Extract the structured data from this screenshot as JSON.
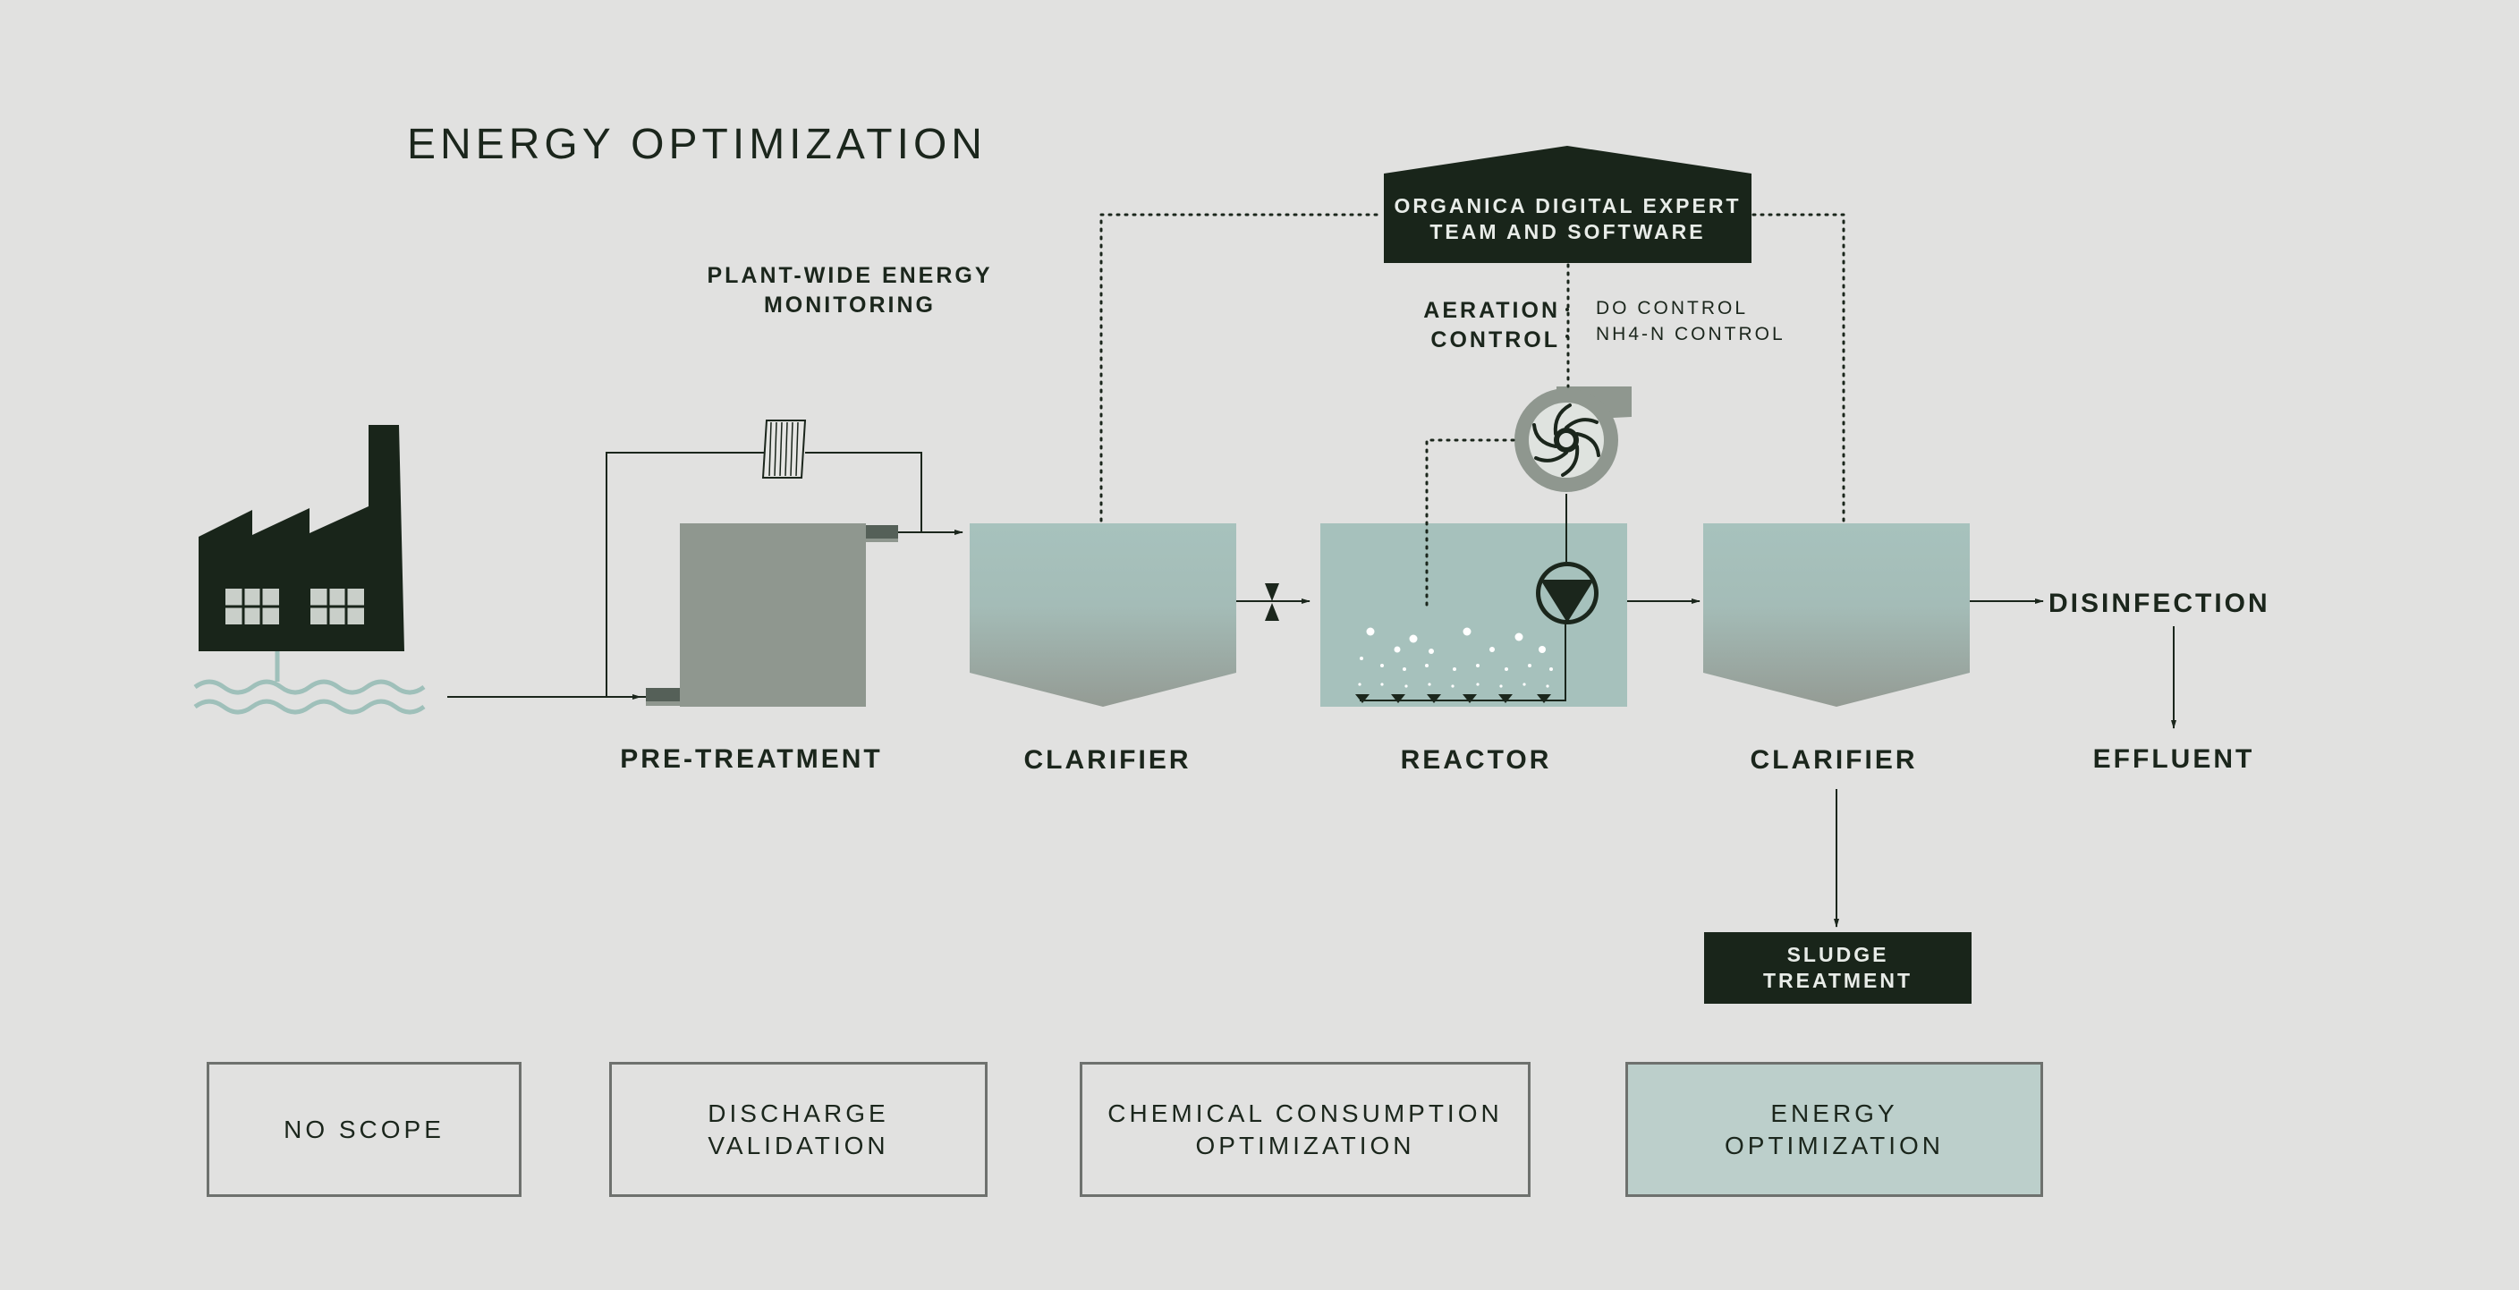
{
  "title": "ENERGY OPTIMIZATION",
  "monitoring_label": "PLANT-WIDE ENERGY\nMONITORING",
  "expert": {
    "label": "ORGANICA DIGITAL EXPERT\nTEAM AND SOFTWARE"
  },
  "aeration": {
    "label": "AERATION\nCONTROL",
    "items": [
      "DO CONTROL",
      "NH4-N CONTROL"
    ]
  },
  "stages": {
    "pretreatment": "PRE-TREATMENT",
    "clarifier1": "CLARIFIER",
    "reactor": "REACTOR",
    "clarifier2": "CLARIFIER",
    "disinfection": "DISINFECTION",
    "effluent": "EFFLUENT"
  },
  "sludge": "SLUDGE\nTREATMENT",
  "scope_buttons": [
    {
      "label": "NO SCOPE",
      "active": false
    },
    {
      "label": "DISCHARGE\nVALIDATION",
      "active": false
    },
    {
      "label": "CHEMICAL CONSUMPTION\nOPTIMIZATION",
      "active": false
    },
    {
      "label": "ENERGY\nOPTIMIZATION",
      "active": true
    }
  ],
  "colors": {
    "background": "#e1e1e0",
    "dark": "#19251a",
    "teal": "#a6c1bc",
    "gray_tank": "#8f978f",
    "active_button": "#bccfcb"
  }
}
